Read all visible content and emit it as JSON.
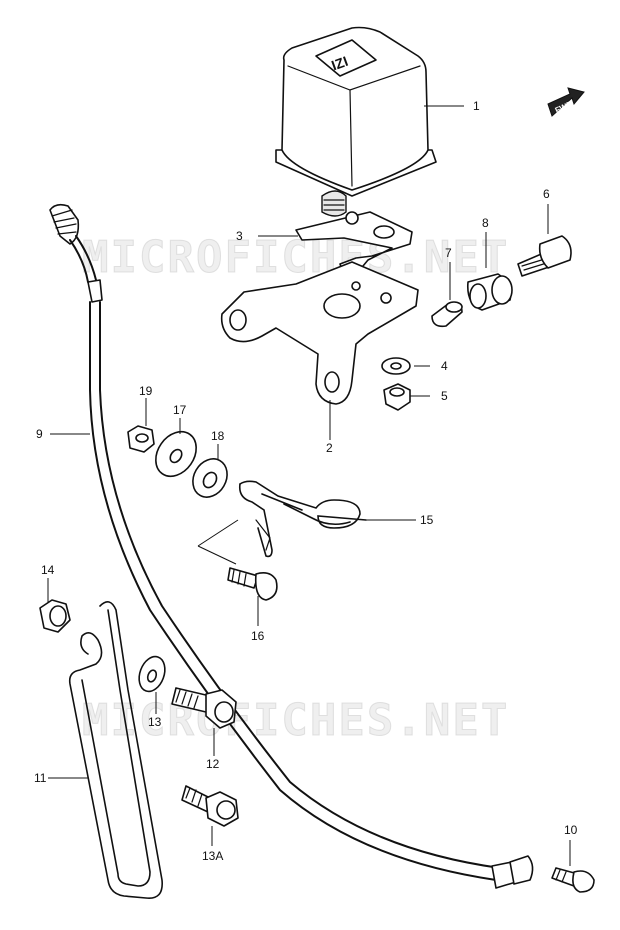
{
  "watermark": "MICROFICHES.NET",
  "fwd_label": "FWD",
  "callouts": {
    "c1": "1",
    "c2": "2",
    "c3": "3",
    "c4": "4",
    "c5": "5",
    "c6": "6",
    "c7": "7",
    "c8": "8",
    "c9": "9",
    "c10": "10",
    "c11": "11",
    "c12": "12",
    "c13": "13",
    "c13a": "13A",
    "c14": "14",
    "c15": "15",
    "c16": "16",
    "c17": "17",
    "c18": "18",
    "c19": "19"
  }
}
